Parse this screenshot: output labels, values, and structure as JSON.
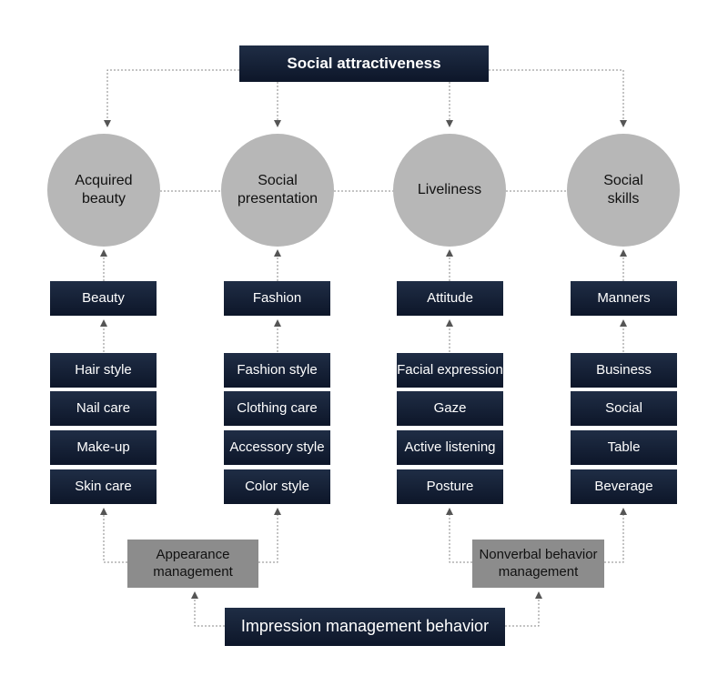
{
  "top_title": "Social attractiveness",
  "bottom_title": "Impression management behavior",
  "circles": [
    {
      "label": "Acquired\nbeauty"
    },
    {
      "label": "Social\npresentation"
    },
    {
      "label": "Liveliness"
    },
    {
      "label": "Social\nskills"
    }
  ],
  "categories": [
    "Beauty",
    "Fashion",
    "Attitude",
    "Manners"
  ],
  "items": [
    [
      "Hair style",
      "Nail care",
      "Make-up",
      "Skin care"
    ],
    [
      "Fashion style",
      "Clothing care",
      "Accessory style",
      "Color style"
    ],
    [
      "Facial expression",
      "Gaze",
      "Active listening",
      "Posture"
    ],
    [
      "Business",
      "Social",
      "Table",
      "Beverage"
    ]
  ],
  "management": [
    {
      "label": "Appearance\nmanagement"
    },
    {
      "label": "Nonverbal behavior\nmanagement"
    }
  ],
  "colors": {
    "dark_box": "#15213a",
    "circle": "#b7b7b7",
    "management_box": "#8c8c8c",
    "connector": "#888888",
    "arrowhead": "#555555"
  }
}
